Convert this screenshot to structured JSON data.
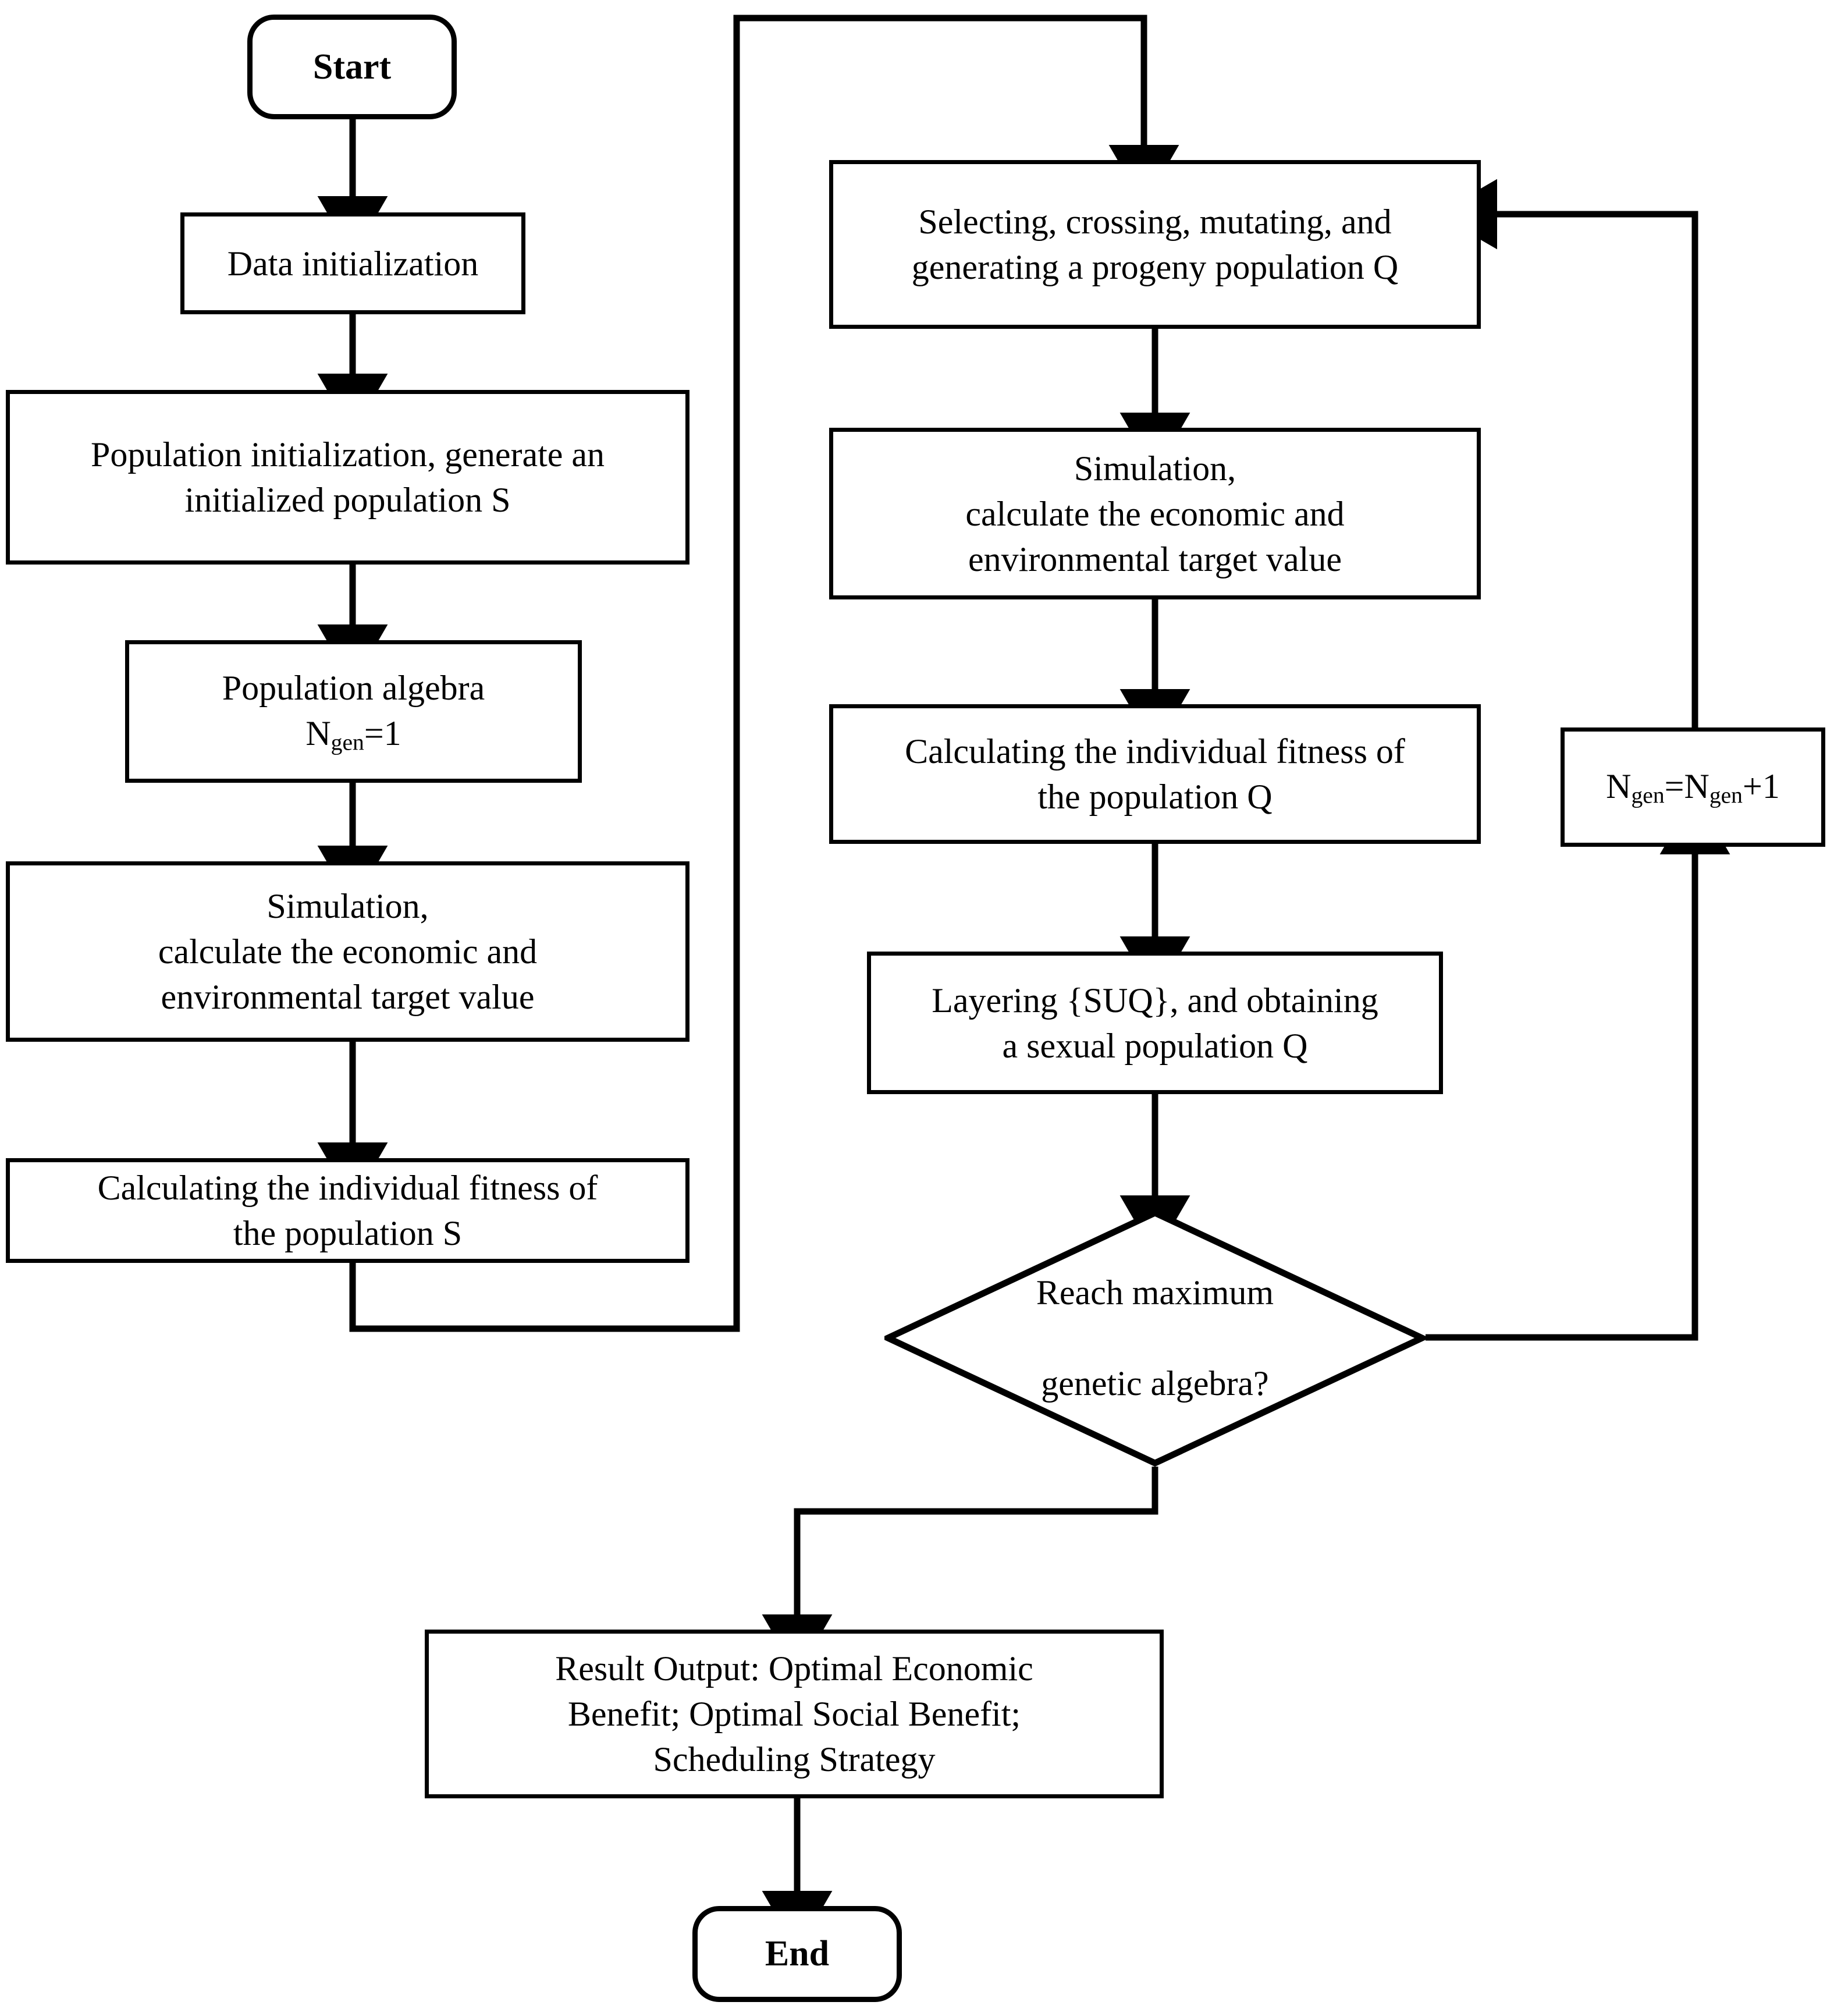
{
  "diagram": {
    "type": "flowchart",
    "title": "Multi-objective genetic algorithm scheduling flowchart",
    "background_color": "#ffffff",
    "line_color": "#000000",
    "text_color": "#000000"
  },
  "nodes": {
    "start": {
      "label": "Start",
      "shape": "terminator"
    },
    "data_init": {
      "label": "Data initialization",
      "shape": "process"
    },
    "population_init": {
      "label": "Population initialization, generate an\ninitialized population S",
      "shape": "process"
    },
    "population_algebra": {
      "label_line1": "Population algebra",
      "label_var": "N",
      "label_sub": "gen",
      "label_tail": "=1",
      "shape": "process"
    },
    "simulation_s": {
      "label": "Simulation,\ncalculate the economic and\nenvironmental target value",
      "shape": "process"
    },
    "fitness_s": {
      "label": "Calculating the individual fitness of\nthe population S",
      "shape": "process"
    },
    "selecting": {
      "label": "Selecting, crossing, mutating, and\ngenerating a progeny population Q",
      "shape": "process"
    },
    "simulation_q": {
      "label": "Simulation,\ncalculate the economic and\nenvironmental target value",
      "shape": "process"
    },
    "fitness_q": {
      "label": "Calculating the individual fitness of\nthe population Q",
      "shape": "process"
    },
    "layering": {
      "label": "Layering {SUQ}, and obtaining\na sexual population Q",
      "shape": "process"
    },
    "decision": {
      "label": "Reach maximum\n\ngenetic algebra?",
      "shape": "decision"
    },
    "increment": {
      "label_var": "N",
      "label_sub": "gen",
      "label_mid": "=N",
      "label_sub2": "gen",
      "label_tail": "+1",
      "shape": "process"
    },
    "result_output": {
      "label": "Result Output: Optimal Economic\nBenefit; Optimal Social Benefit;\nScheduling Strategy",
      "shape": "process"
    },
    "end": {
      "label": "End",
      "shape": "terminator"
    }
  },
  "edges": [
    {
      "from": "start",
      "to": "data_init",
      "arrow": true
    },
    {
      "from": "data_init",
      "to": "population_init",
      "arrow": true
    },
    {
      "from": "population_init",
      "to": "population_algebra",
      "arrow": true
    },
    {
      "from": "population_algebra",
      "to": "simulation_s",
      "arrow": true
    },
    {
      "from": "simulation_s",
      "to": "fitness_s",
      "arrow": true
    },
    {
      "from": "fitness_s",
      "to": "selecting",
      "arrow": true,
      "routing": "down-right-up-right-down"
    },
    {
      "from": "selecting",
      "to": "simulation_q",
      "arrow": true
    },
    {
      "from": "simulation_q",
      "to": "fitness_q",
      "arrow": true
    },
    {
      "from": "fitness_q",
      "to": "layering",
      "arrow": true
    },
    {
      "from": "layering",
      "to": "decision",
      "arrow": true
    },
    {
      "from": "decision",
      "to": "increment",
      "arrow": true,
      "routing": "right-up"
    },
    {
      "from": "increment",
      "to": "selecting",
      "arrow": true,
      "routing": "up-left"
    },
    {
      "from": "decision",
      "to": "result_output",
      "arrow": true,
      "routing": "down-left-down"
    },
    {
      "from": "result_output",
      "to": "end",
      "arrow": true
    }
  ]
}
